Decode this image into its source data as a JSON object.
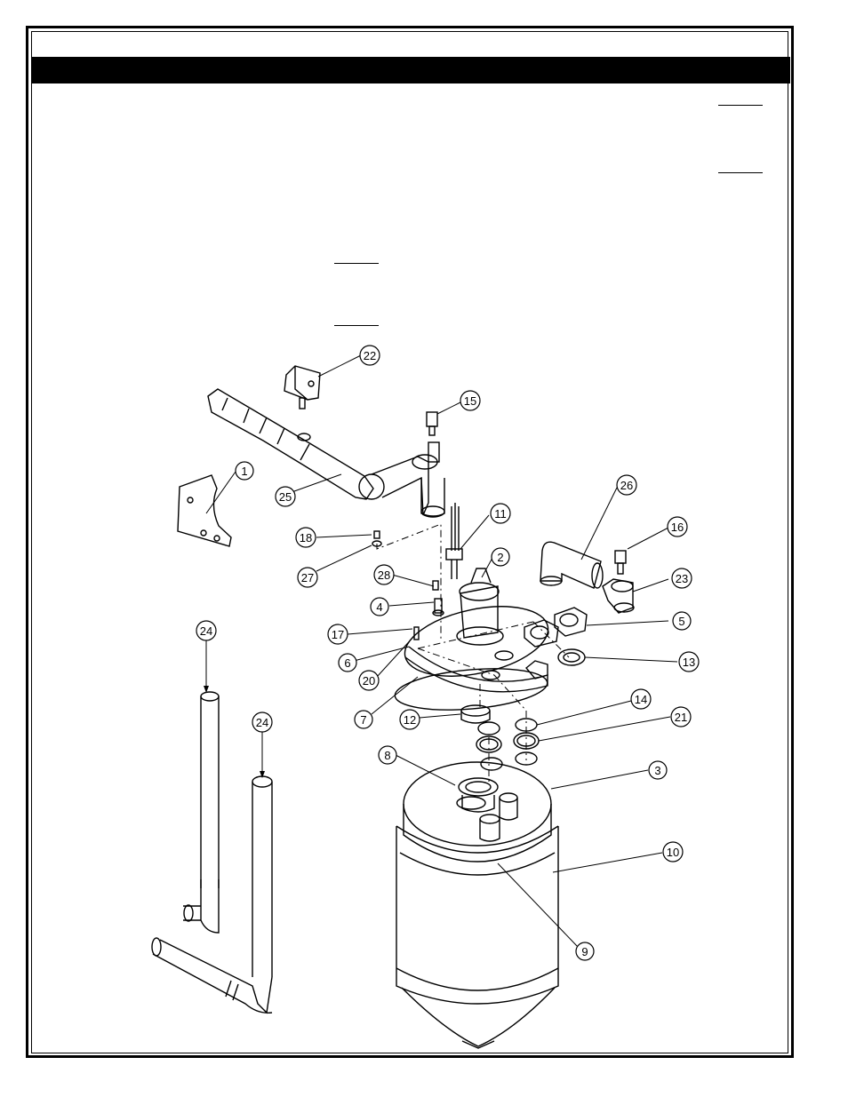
{
  "header": {
    "title": ""
  },
  "callouts": [
    "1",
    "2",
    "3",
    "4",
    "5",
    "6",
    "7",
    "8",
    "9",
    "10",
    "11",
    "12",
    "13",
    "14",
    "15",
    "16",
    "17",
    "18",
    "20",
    "21",
    "22",
    "23",
    "24",
    "24",
    "25",
    "26",
    "27",
    "28"
  ]
}
